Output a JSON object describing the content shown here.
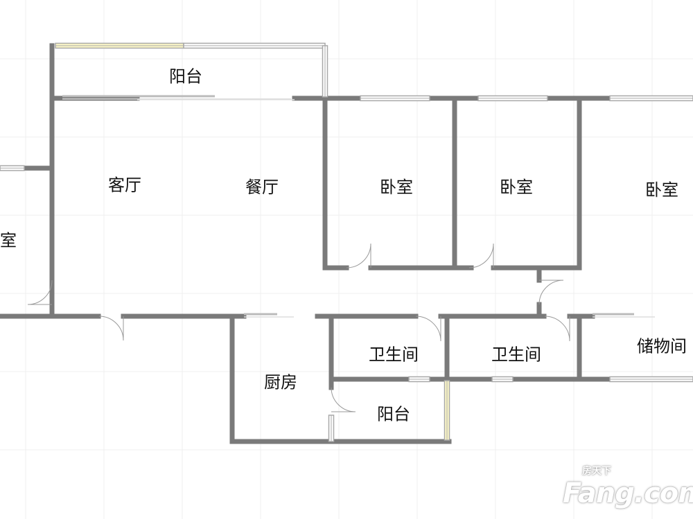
{
  "rooms": [
    {
      "id": "balcony-top",
      "label": "阳台"
    },
    {
      "id": "living-room",
      "label": "客厅"
    },
    {
      "id": "dining-room",
      "label": "餐厅"
    },
    {
      "id": "bedroom-1",
      "label": "卧室"
    },
    {
      "id": "bedroom-2",
      "label": "卧室"
    },
    {
      "id": "bedroom-3",
      "label": "卧室"
    },
    {
      "id": "room-left-partial",
      "label": "室"
    },
    {
      "id": "bathroom-1",
      "label": "卫生间"
    },
    {
      "id": "bathroom-2",
      "label": "卫生间"
    },
    {
      "id": "storage",
      "label": "储物间"
    },
    {
      "id": "kitchen",
      "label": "厨房"
    },
    {
      "id": "balcony-small",
      "label": "阳台"
    }
  ],
  "watermark": {
    "brand": "Fang.com",
    "chinese": "房天下"
  },
  "colors": {
    "wall": "#7a7a7a",
    "window": "#a8a8a8",
    "glass_yellow": "#fdf8c8",
    "grid": "#efefef"
  }
}
